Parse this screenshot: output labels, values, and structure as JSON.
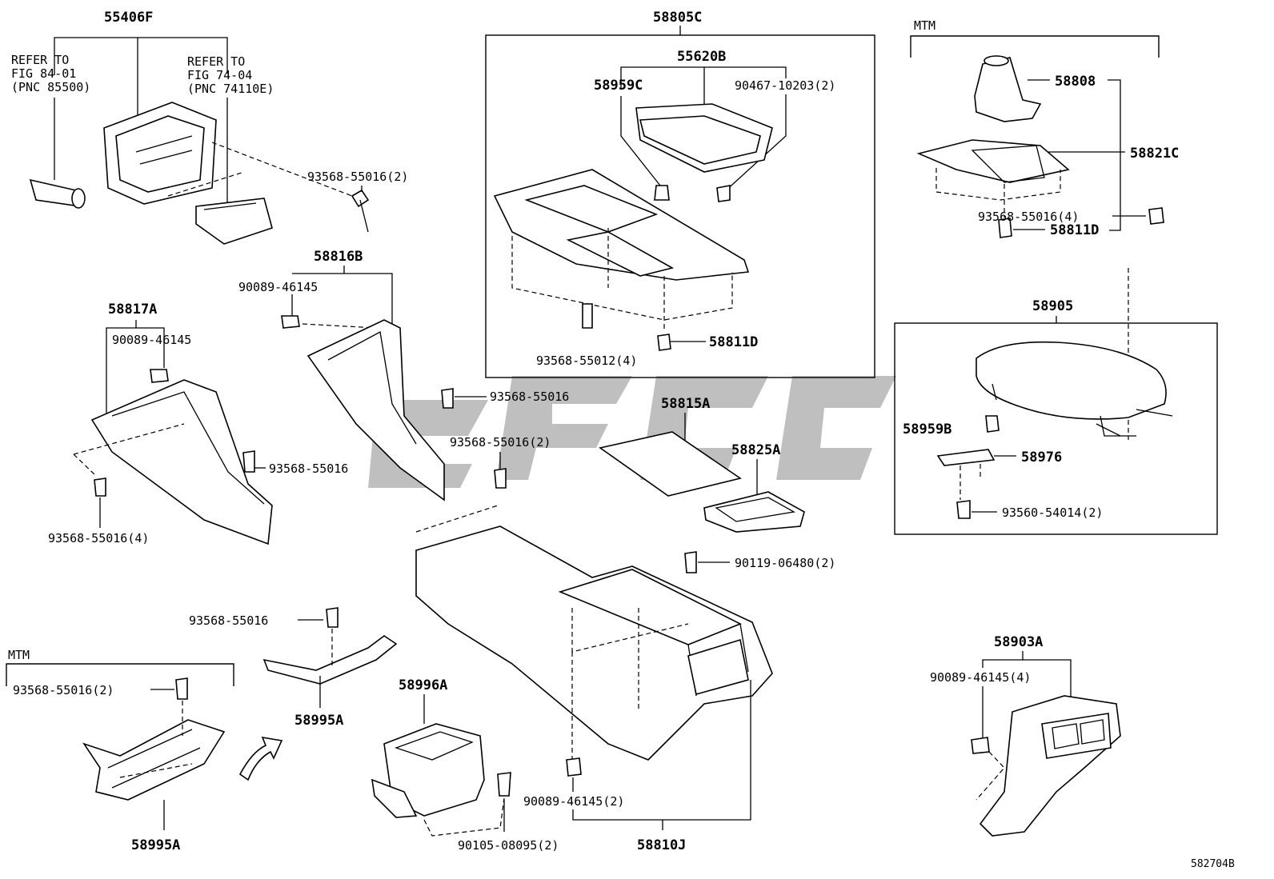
{
  "figure_id": "582704B",
  "section_labels": {
    "mtm_top": "MTM",
    "mtm_left": "MTM"
  },
  "references": [
    {
      "line1": "REFER TO",
      "line2": "FIG 84-01",
      "line3": "(PNC 85500)"
    },
    {
      "line1": "REFER TO",
      "line2": "FIG 74-04",
      "line3": "(PNC 74110E)"
    }
  ],
  "part_labels": {
    "p55406F": "55406F",
    "p58805C": "58805C",
    "p55620B": "55620B",
    "p58959C": "58959C",
    "p90467": "90467-10203(2)",
    "p93568_top": "93568-55016(2)",
    "p58816B": "58816B",
    "p90089_a": "90089-46145",
    "p58817A": "58817A",
    "p90089_b": "90089-46145",
    "p93568_55012": "93568-55012(4)",
    "p58811D_a": "58811D",
    "p93568_mid": "93568-55016",
    "p58815A": "58815A",
    "p93568_mid2": "93568-55016(2)",
    "p58825A": "58825A",
    "p93568_left": "93568-55016",
    "p93568_left4": "93568-55016(4)",
    "p90119": "90119-06480(2)",
    "p93568_bracket": "93568-55016",
    "p93568_mtm": "93568-55016(2)",
    "p58995A_a": "58995A",
    "p58995A_b": "58995A",
    "p58996A": "58996A",
    "p90089_c": "90089-46145(2)",
    "p90105": "90105-08095(2)",
    "p58810J": "58810J",
    "p58808": "58808",
    "p58821C": "58821C",
    "p58811D_b": "58811D",
    "p93568_right4": "93568-55016(4)",
    "p58905": "58905",
    "p58959B": "58959B",
    "p58976": "58976",
    "p93560": "93560-54014(2)",
    "p58903A": "58903A",
    "p90089_d": "90089-46145(4)"
  }
}
